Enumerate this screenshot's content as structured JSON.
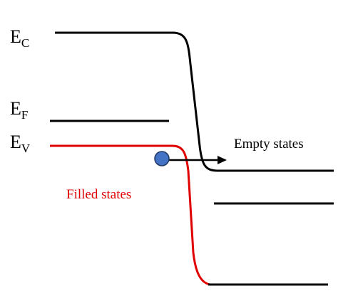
{
  "levels": {
    "ec": {
      "main": "E",
      "sub": "C"
    },
    "ef": {
      "main": "E",
      "sub": "F"
    },
    "ev": {
      "main": "E",
      "sub": "V"
    }
  },
  "annotations": {
    "empty_states": "Empty states",
    "filled_states": "Filled states"
  },
  "colors": {
    "conduction_band": "#000000",
    "valence_band": "#e00000",
    "fermi_level": "#000000",
    "electron": "#4472c4",
    "electron_stroke": "#1f3864",
    "filled_label": "#e00000",
    "text": "#000000"
  }
}
